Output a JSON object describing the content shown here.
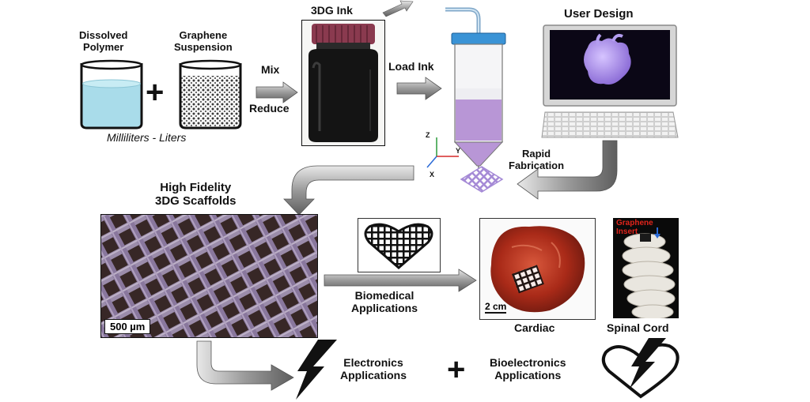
{
  "labels": {
    "dissolved_polymer": "Dissolved\nPolymer",
    "graphene_suspension": "Graphene\nSuspension",
    "volume_range": "Milliliters - Liters",
    "ink_title": "3DG Ink",
    "mix": "Mix",
    "reduce": "Reduce",
    "load_ink": "Load Ink",
    "user_design": "User Design",
    "rapid_fabrication": "Rapid\nFabrication",
    "axis_z": "Z",
    "axis_y": "Y",
    "axis_x": "X",
    "scaffolds_title": "High Fidelity\n3DG Scaffolds",
    "scale_bar": "500 µm",
    "biomedical": "Biomedical\nApplications",
    "scale_cm": "2 cm",
    "cardiac": "Cardiac",
    "graphene_insert": "Graphene\nInsert",
    "spinal_cord": "Spinal Cord",
    "electronics": "Electronics\nApplications",
    "bioelectronics": "Bioelectronics\nApplications"
  },
  "operators": {
    "plus_1": "+",
    "plus_2": "+"
  },
  "colors": {
    "polymer_liquid": "#a9dcea",
    "ink_black": "#141414",
    "jar_cap": "#8a3a4f",
    "syringe_ink": "#b896d6",
    "syringe_cap": "#3a93d6",
    "lattice_purple": "#a58ad6",
    "heart_model": "#a98ee6",
    "monitor_screen": "#0b0716",
    "arrow_grey": "#8c8c8c",
    "insert_label": "#e0241b",
    "tissue_red": "#b0301c"
  },
  "icons": [
    "beaker-icon",
    "jar-icon",
    "syringe-icon",
    "computer-icon",
    "heart-outline-icon",
    "lightning-icon",
    "axis-icon"
  ]
}
